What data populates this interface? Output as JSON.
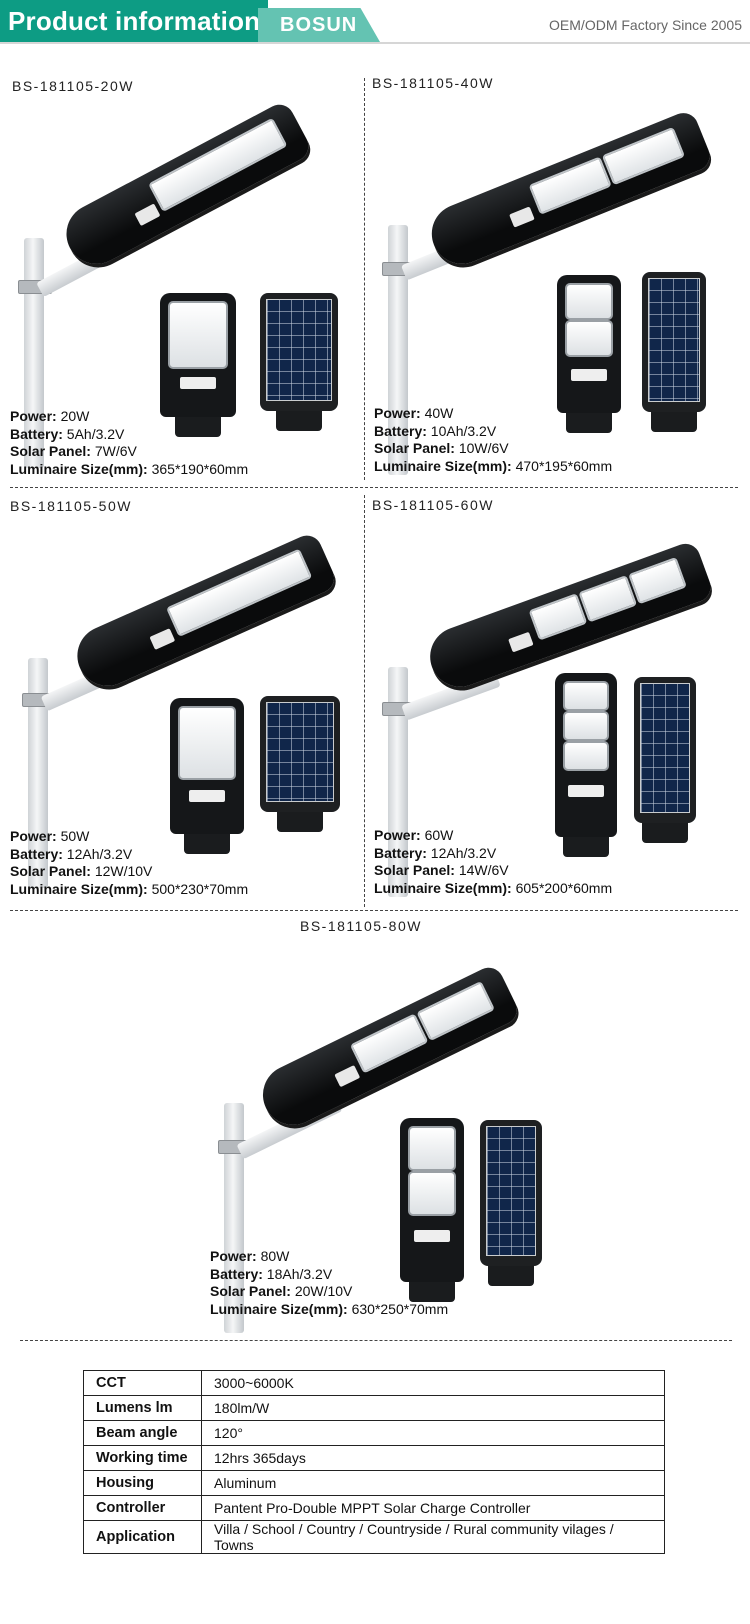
{
  "header": {
    "title": "Product information",
    "brand": "BOSUN",
    "tagline": "OEM/ODM Factory Since 2005"
  },
  "spec_labels": {
    "power": "Power:",
    "battery": "Battery:",
    "solar_panel": "Solar Panel:",
    "luminaire_size": "Luminaire Size(mm):"
  },
  "products": [
    {
      "model": "BS-181105-20W",
      "power": "20W",
      "battery": "5Ah/3.2V",
      "solar_panel": "7W/6V",
      "size": "365*190*60mm",
      "led_modules": 1
    },
    {
      "model": "BS-181105-40W",
      "power": "40W",
      "battery": "10Ah/3.2V",
      "solar_panel": "10W/6V",
      "size": "470*195*60mm",
      "led_modules": 2
    },
    {
      "model": "BS-181105-50W",
      "power": "50W",
      "battery": "12Ah/3.2V",
      "solar_panel": "12W/10V",
      "size": "500*230*70mm",
      "led_modules": 1
    },
    {
      "model": "BS-181105-60W",
      "power": "60W",
      "battery": "12Ah/3.2V",
      "solar_panel": "14W/6V",
      "size": "605*200*60mm",
      "led_modules": 3
    },
    {
      "model": "BS-181105-80W",
      "power": "80W",
      "battery": "18Ah/3.2V",
      "solar_panel": "20W/10V",
      "size": "630*250*70mm",
      "led_modules": 2
    }
  ],
  "spec_table": [
    {
      "key": "CCT",
      "value": "3000~6000K"
    },
    {
      "key": "Lumens lm",
      "value": "180lm/W"
    },
    {
      "key": "Beam angle",
      "value": "120°"
    },
    {
      "key": "Working time",
      "value": "12hrs 365days"
    },
    {
      "key": "Housing",
      "value": "Aluminum"
    },
    {
      "key": "Controller",
      "value": "Pantent Pro-Double MPPT Solar Charge Controller"
    },
    {
      "key": "Application",
      "value": "Villa / School / Country / Countryside / Rural community vilages / Towns"
    }
  ],
  "colors": {
    "header_accent": "#0d9c84",
    "brand_accent": "#64c3b2",
    "lamp_body": "#111315"
  }
}
